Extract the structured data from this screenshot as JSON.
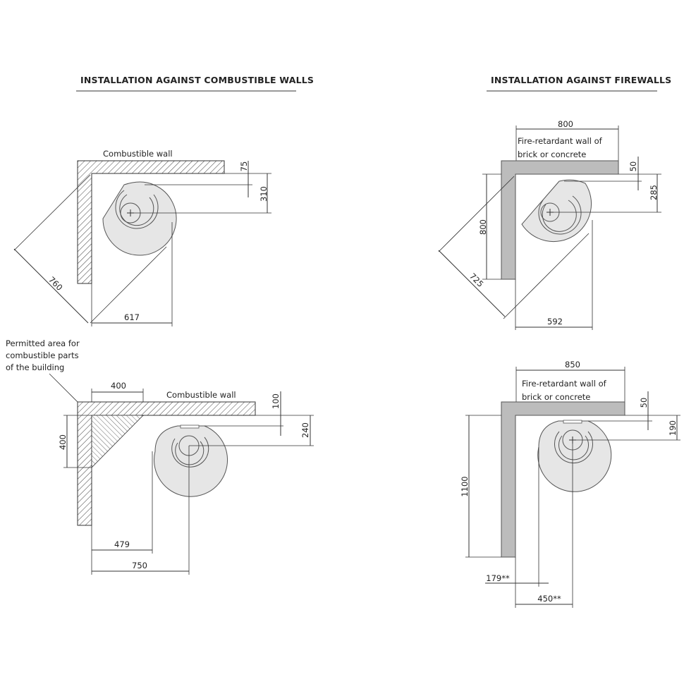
{
  "headings": {
    "combustible": "INSTALLATION AGAINST COMBUSTIBLE WALLS",
    "firewalls": "INSTALLATION AGAINST FIREWALLS"
  },
  "labels": {
    "combustible_wall": "Combustible wall",
    "fire_wall_line1": "Fire-retardant wall of",
    "fire_wall_line2": "brick or concrete",
    "permitted_line1": "Permitted area for",
    "permitted_line2": "combustible parts",
    "permitted_line3": "of the building"
  },
  "dims": {
    "d1_75": "75",
    "d1_310": "310",
    "d1_760": "760",
    "d1_617": "617",
    "d2_800_top": "800",
    "d2_50": "50",
    "d2_285": "285",
    "d2_800_side": "800",
    "d2_725": "725",
    "d2_592": "592",
    "d3_400_top": "400",
    "d3_100": "100",
    "d3_240": "240",
    "d3_400_side": "400",
    "d3_479": "479",
    "d3_750": "750",
    "d4_850": "850",
    "d4_50": "50",
    "d4_190": "190",
    "d4_1100": "1100",
    "d4_179": "179**",
    "d4_450": "450**"
  },
  "colors": {
    "firewall": "#bcbcbc",
    "stove": "#e6e6e6",
    "line": "#333333"
  }
}
